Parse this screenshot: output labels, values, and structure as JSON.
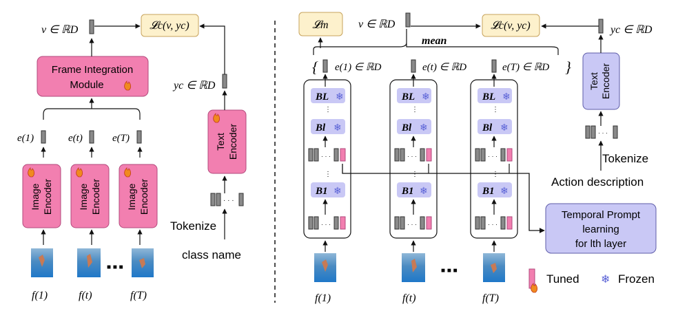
{
  "left": {
    "frame_integration_label_1": "Frame Integration",
    "frame_integration_label_2": "Module",
    "image_encoder_label_1": "Image",
    "image_encoder_label_2": "Encoder",
    "text_encoder_label_1": "Text",
    "text_encoder_label_2": "Encoder",
    "loss_label": "𝓛c(v, yc)",
    "v_label": "v ∈ ℝD",
    "yc_label": "yc ∈ ℝD",
    "e_labels": [
      "e(1)",
      "e(t)",
      "e(T)"
    ],
    "f_labels": [
      "f(1)",
      "f(t)",
      "f(T)"
    ],
    "tokenize_label": "Tokenize",
    "class_name_label": "class name",
    "dots": "· · ·",
    "frames_ellipsis": "■ ■ ■"
  },
  "right": {
    "lm_label": "𝓛m",
    "v_label": "v ∈ ℝD",
    "mean_label": "mean",
    "loss_label": "𝓛c(v, yc)",
    "yc_label": "yc ∈ ℝD",
    "e_labels": [
      "e(1) ∈ ℝD",
      "e(t) ∈ ℝD",
      "e(T) ∈ ℝD"
    ],
    "block_labels": [
      "BL",
      "Bl",
      "B1"
    ],
    "f_labels": [
      "f(1)",
      "f(t)",
      "f(T)"
    ],
    "text_encoder_label_1": "Text",
    "text_encoder_label_2": "Encoder",
    "tokenize_label": "Tokenize",
    "action_label": "Action description",
    "temporal_prompt_label_1": "Temporal Prompt",
    "temporal_prompt_label_2": "learning",
    "temporal_prompt_label_3": "for lth layer",
    "frames_ellipsis": "■ ■ ■"
  },
  "legend": {
    "tuned_label": "Tuned",
    "frozen_label": "Frozen"
  },
  "colors": {
    "pink": "#f27fb0",
    "pink_border": "#b24a7c",
    "cream": "#fdf1cc",
    "cream_border": "#c7a35c",
    "lavender": "#c9c8f5",
    "lavender_border": "#5d5ba8",
    "gray_token": "#8a8a8a",
    "snowflake": "#5a62d6"
  }
}
